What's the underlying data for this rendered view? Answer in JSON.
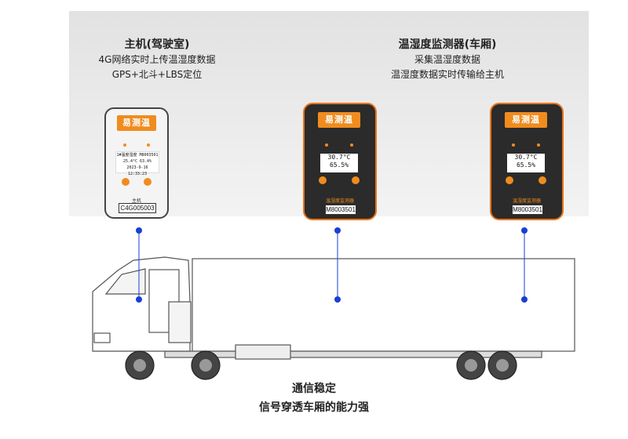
{
  "host": {
    "title": "主机(驾驶室)",
    "line1": "4G网络实时上传温湿度数据",
    "line2": "GPS+北斗+LBS定位",
    "device": {
      "logo": "易测温",
      "screen_lines": [
        "1#温度湿度 M8003501",
        "25.4°C 63.4%",
        "2023-9-16 12:33:23"
      ],
      "label": "主机",
      "serial": "C4G005003"
    }
  },
  "sensor": {
    "title": "温湿度监测器(车厢)",
    "line1": "采集温湿度数据",
    "line2": "温湿度数据实时传输给主机",
    "devices": [
      {
        "logo": "易测温",
        "temp": "30.7°C",
        "humidity": "65.5%",
        "label": "温湿度监测器",
        "serial": "M8003501"
      },
      {
        "logo": "易测温",
        "temp": "30.7°C",
        "humidity": "65.5%",
        "label": "温湿度监测器",
        "serial": "M8003501"
      }
    ]
  },
  "bottom": {
    "line1": "通信稳定",
    "line2": "信号穿透车厢的能力强"
  },
  "colors": {
    "accent": "#f08c1e",
    "connector": "#1a3fd6"
  }
}
